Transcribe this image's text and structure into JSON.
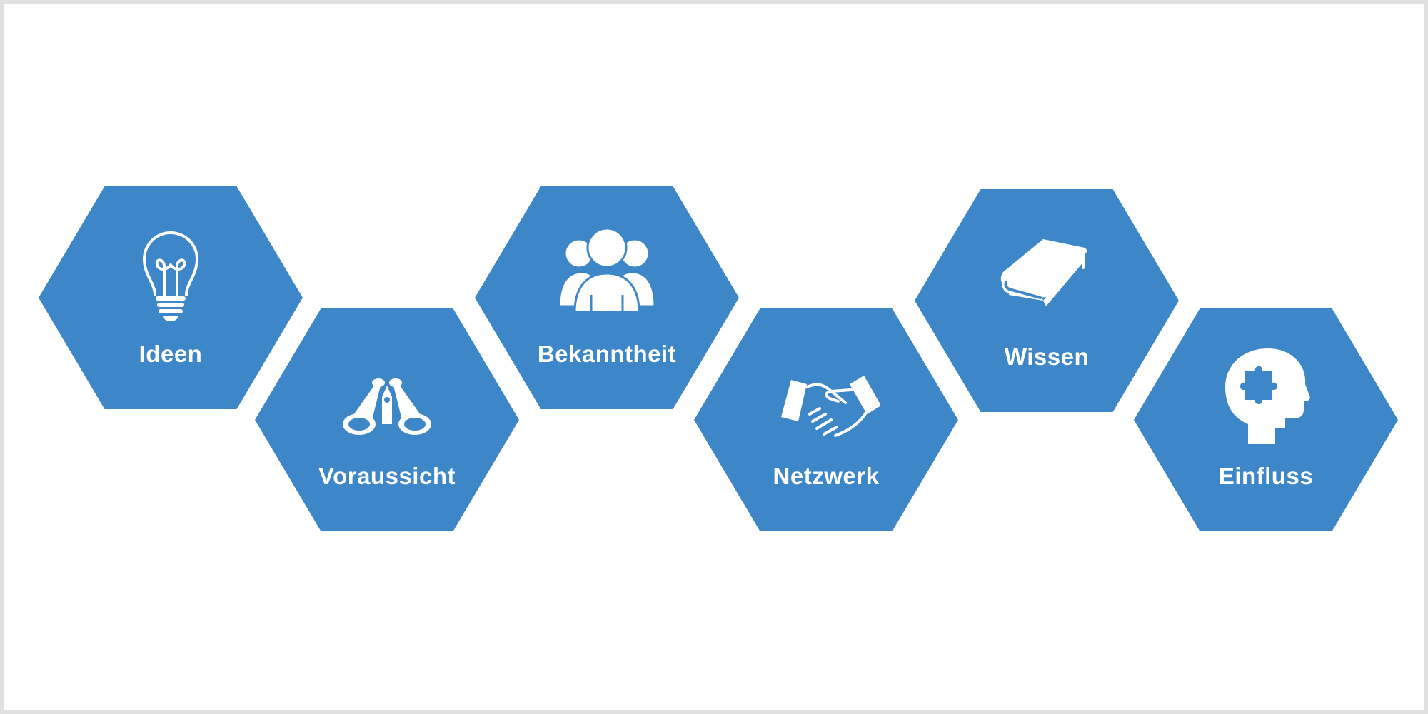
{
  "colors": {
    "hexagon": "#3d87c8",
    "icon": "#ffffff",
    "background": "#ffffff",
    "frame": "#e0e0e0"
  },
  "hexagons": [
    {
      "label": "Ideen",
      "icon": "lightbulb-icon"
    },
    {
      "label": "Voraussicht",
      "icon": "binoculars-icon"
    },
    {
      "label": "Bekanntheit",
      "icon": "people-group-icon"
    },
    {
      "label": "Netzwerk",
      "icon": "handshake-icon"
    },
    {
      "label": "Wissen",
      "icon": "book-icon"
    },
    {
      "label": "Einfluss",
      "icon": "head-puzzle-icon"
    }
  ]
}
